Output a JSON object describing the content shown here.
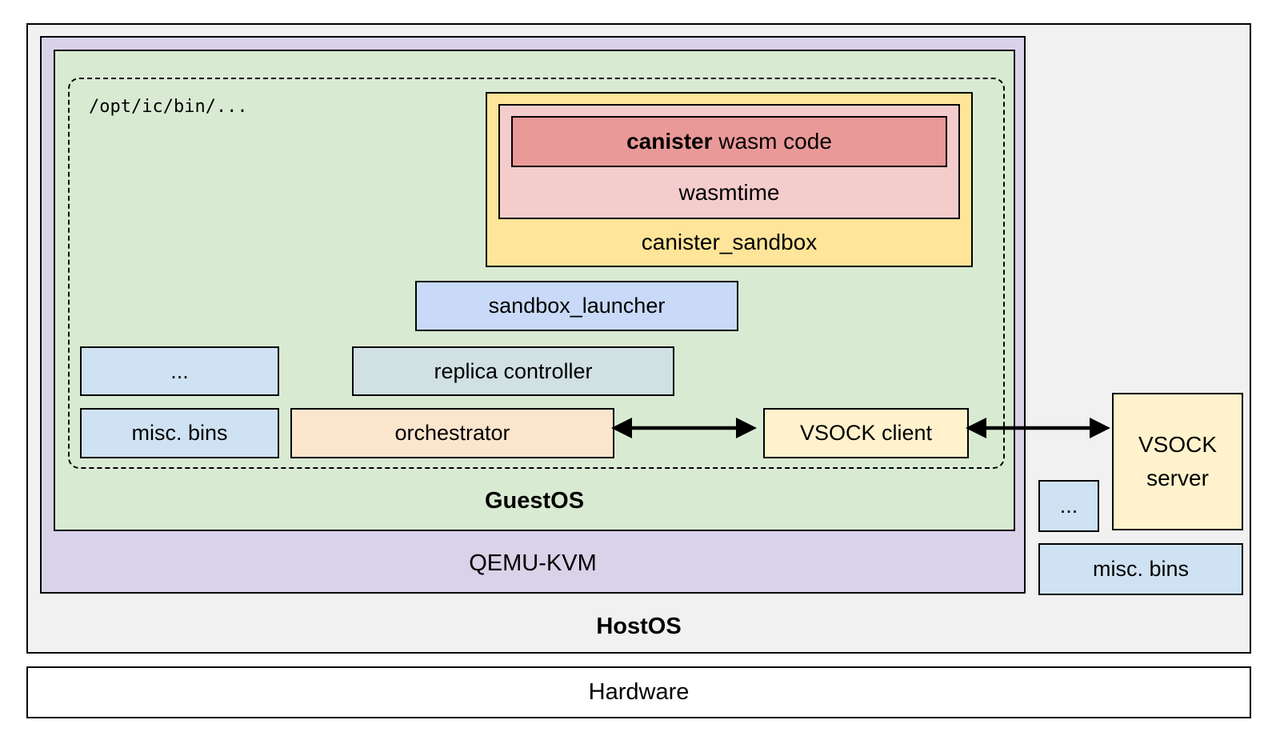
{
  "colors": {
    "host-bg": "#f1f1f2",
    "qemu-bg": "#d9d2e9",
    "guest-bg": "#d9ead3",
    "sandbox-bg": "#ffe599",
    "wasmtime-bg": "#f4cccc",
    "canister-bg": "#ea9999",
    "launcher-bg": "#c9daf8",
    "bins-bg": "#cfe2f3",
    "replica-bg": "#d0e0e3",
    "orchestrator-bg": "#fce5cd",
    "vsock-bg": "#fff2cc",
    "stroke": "#000000"
  },
  "hardware": {
    "label": "Hardware"
  },
  "host": {
    "label": "HostOS",
    "vsock_server": {
      "line1": "VSOCK",
      "line2": "server"
    },
    "ellipsis": {
      "label": "..."
    },
    "misc_bins": {
      "label": "misc. bins"
    },
    "qemu": {
      "label": "QEMU-KVM",
      "guest": {
        "label": "GuestOS",
        "bin_dir": {
          "path_label": "/opt/ic/bin/..."
        },
        "canister_sandbox": {
          "label": "canister_sandbox",
          "wasmtime": {
            "label": "wasmtime",
            "canister": {
              "name_bold": "canister",
              "name_rest": " wasm code"
            }
          }
        },
        "sandbox_launcher": {
          "label": "sandbox_launcher"
        },
        "ellipsis": {
          "label": "..."
        },
        "replica_controller": {
          "label": "replica controller"
        },
        "misc_bins": {
          "label": "misc. bins"
        },
        "orchestrator": {
          "label": "orchestrator"
        },
        "vsock_client": {
          "label": "VSOCK client"
        }
      }
    }
  }
}
